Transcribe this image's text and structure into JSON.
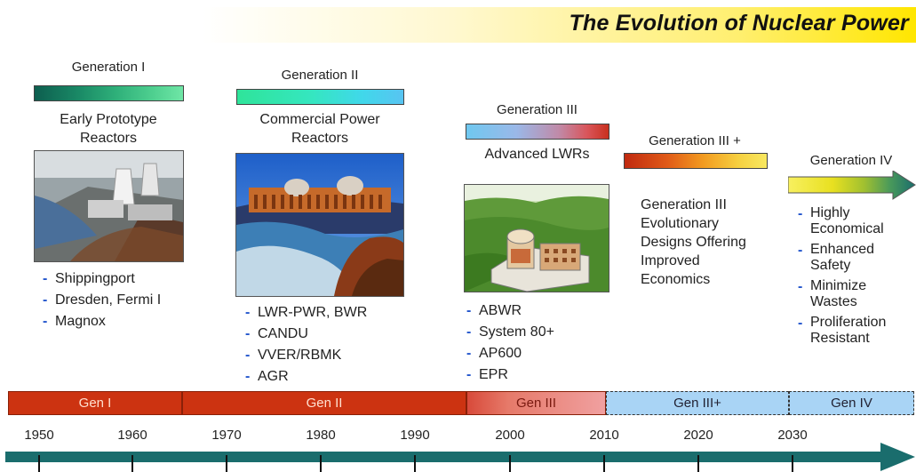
{
  "title": "The Evolution of Nuclear Power",
  "generations": [
    {
      "label": "Generation I",
      "description": "Early Prototype Reactors",
      "examples": [
        "Shippingport",
        "Dresden, Fermi I",
        "Magnox"
      ]
    },
    {
      "label": "Generation II",
      "description": "Commercial Power Reactors",
      "examples": [
        "LWR-PWR, BWR",
        "CANDU",
        "VVER/RBMK",
        "AGR"
      ]
    },
    {
      "label": "Generation III",
      "description": "Advanced LWRs",
      "examples": [
        "ABWR",
        "System 80+",
        "AP600",
        "EPR"
      ]
    },
    {
      "label": "Generation III +",
      "description": "Generation III Evolutionary Designs Offering Improved Economics",
      "examples": []
    },
    {
      "label": "Generation IV",
      "description": "",
      "examples": [
        "Highly Economical",
        "Enhanced Safety",
        "Minimize Wastes",
        "Proliferation Resistant"
      ]
    }
  ],
  "timeline": {
    "segments": [
      {
        "label": "Gen I",
        "color": "#cc3311"
      },
      {
        "label": "Gen II",
        "color": "#cc3311"
      },
      {
        "label": "Gen III",
        "color": "#f0a0a0"
      },
      {
        "label": "Gen III+",
        "color": "#a9d4f5"
      },
      {
        "label": "Gen IV",
        "color": "#a9d4f5"
      }
    ],
    "years": [
      "1950",
      "1960",
      "1970",
      "1980",
      "1990",
      "2000",
      "2010",
      "2020",
      "2030"
    ]
  },
  "colors": {
    "arrow": "#1a6d6d",
    "bullet_dash": "#2255cc",
    "title_band": "#ffe600"
  }
}
